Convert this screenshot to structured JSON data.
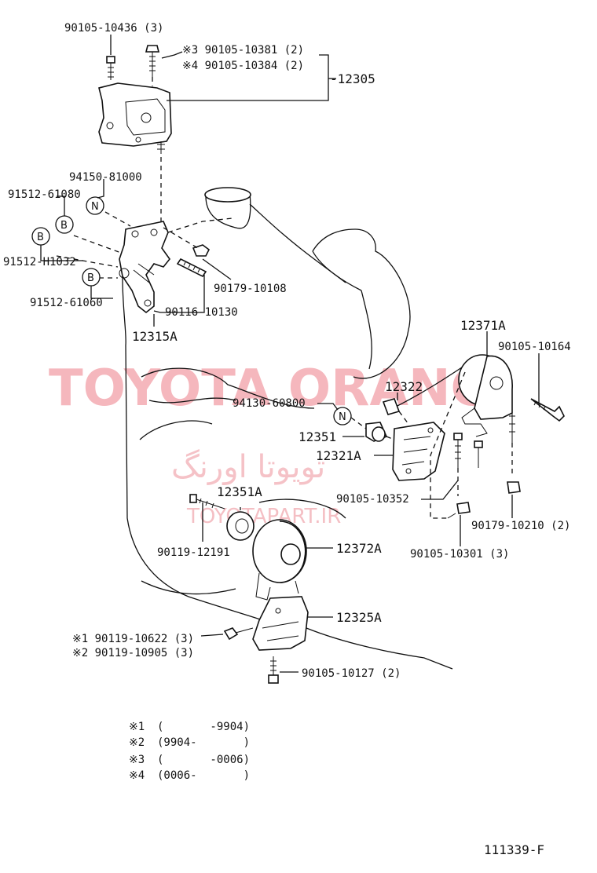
{
  "watermark": {
    "line1": "TOYOTA ORANG",
    "line2": "تویوتا اورنگ",
    "line3": "TOYOTAPART.IR"
  },
  "labels": {
    "p90105_10436": "90105-10436 (3)",
    "p90105_10381": "※3 90105-10381 (2)",
    "p90105_10384": "※4 90105-10384 (2)",
    "p12305": "-12305",
    "p94150_81000": "94150-81000",
    "p91512_61080": "91512-61080",
    "p91512_H1032": "91512-H1032",
    "p91512_61060": "91512-61060",
    "p90179_10108": "90179-10108",
    "p90116_10130": "90116-10130",
    "p12315A": "12315A",
    "p12371A": "12371A",
    "p90105_10164": "90105-10164",
    "p12322": "12322",
    "p94130_60800": "94130-60800",
    "p12351": "12351",
    "p12321A": "12321A",
    "p90105_10352": "90105-10352",
    "p90179_10210": "90179-10210 (2)",
    "p12351A": "12351A",
    "p90105_10301": "90105-10301 (3)",
    "p90119_12191": "90119-12191",
    "p12372A": "12372A",
    "p12325A": "12325A",
    "p90119_10622": "※1  90119-10622 (3)",
    "p90119_10905": "※2  90119-10905 (3)",
    "p90105_10127": "90105-10127 (2)",
    "diagram_id": "111339-F"
  },
  "callouts": {
    "N": "N",
    "B": "B"
  },
  "legend": [
    {
      "mark": "※1",
      "range": "(       -9904)"
    },
    {
      "mark": "※2",
      "range": "(9904-       )"
    },
    {
      "mark": "※3",
      "range": "(       -0006)"
    },
    {
      "mark": "※4",
      "range": "(0006-       )"
    }
  ]
}
